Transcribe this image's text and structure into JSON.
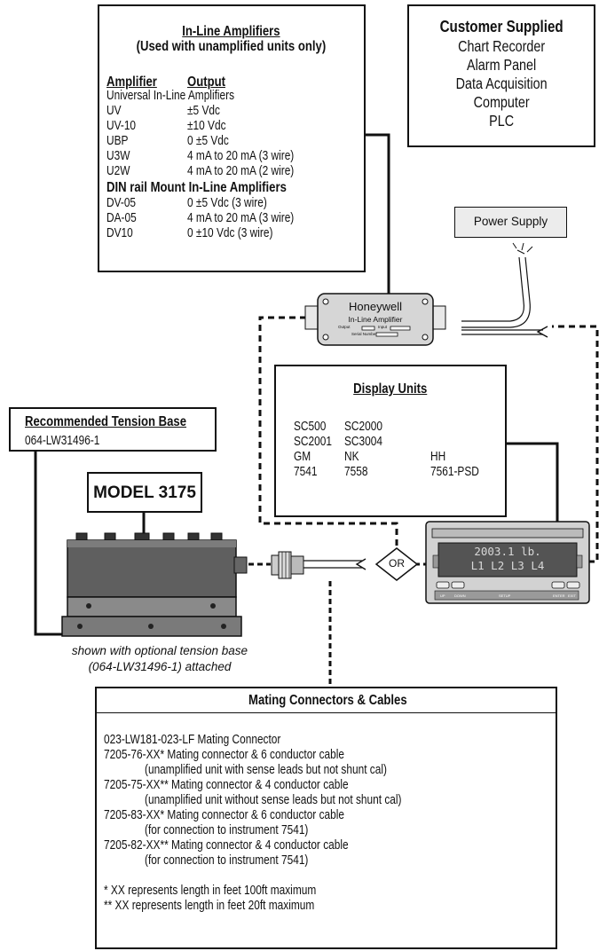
{
  "amplifiers": {
    "title": "In-Line Amplifiers",
    "subtitle": "(Used with unamplified units only)",
    "col_amplifier": "Amplifier",
    "col_output": "Output",
    "section_universal": "Universal In-Line Amplifiers",
    "universal_rows": [
      {
        "model": "UV",
        "output": "±5 Vdc"
      },
      {
        "model": "UV-10",
        "output": "±10 Vdc"
      },
      {
        "model": "UBP",
        "output": "0 ±5 Vdc"
      },
      {
        "model": "U3W",
        "output": "4 mA to 20 mA (3 wire)"
      },
      {
        "model": "U2W",
        "output": "4 mA to 20 mA (2 wire)"
      }
    ],
    "section_din": "DIN rail Mount In-Line Amplifiers",
    "din_rows": [
      {
        "model": "DV-05",
        "output": "0 ±5 Vdc (3 wire)"
      },
      {
        "model": "DA-05",
        "output": "4 mA to 20 mA (3 wire)"
      },
      {
        "model": "DV10",
        "output": "0 ±10 Vdc (3 wire)"
      }
    ]
  },
  "customer": {
    "title": "Customer Supplied",
    "items": [
      "Chart Recorder",
      "Alarm Panel",
      "Data Acquisition",
      "Computer",
      "PLC"
    ]
  },
  "power_supply": "Power Supply",
  "amp_device": {
    "brand": "Honeywell",
    "label": "In-Line Amplifier",
    "output": "Output",
    "input": "Input",
    "serial": "Serial Number"
  },
  "display_units": {
    "title": "Display Units",
    "rows": [
      [
        "SC500",
        "SC2000",
        ""
      ],
      [
        "SC2001",
        "SC3004",
        ""
      ],
      [
        "GM",
        "NK",
        "HH"
      ],
      [
        "7541",
        "7558",
        "7561-PSD"
      ]
    ]
  },
  "tension_base": {
    "title": "Recommended Tension Base",
    "part": "064-LW31496-1"
  },
  "model": "MODEL 3175",
  "caption": [
    "shown with optional tension base",
    "(064-LW31496-1) attached"
  ],
  "or_label": "OR",
  "display_screen": {
    "line1": "2003.1 lb.",
    "line2": "L1 L2 L3 L4",
    "buttons": [
      "UP",
      "DOWN",
      "SETUP",
      "ENTER",
      "EXIT"
    ]
  },
  "mating": {
    "title": "Mating Connectors & Cables",
    "lines": [
      "023-LW181-023-LF Mating Connector",
      "7205-76-XX*  Mating connector & 6 conductor cable",
      "(unamplified unit with sense leads but not shunt cal)",
      "7205-75-XX** Mating connector & 4 conductor cable",
      "(unamplified unit without sense leads but not shunt cal)",
      "7205-83-XX*  Mating connector & 6 conductor cable",
      "(for connection to instrument 7541)",
      "7205-82-XX** Mating connector & 4 conductor cable",
      "(for connection to instrument 7541)"
    ],
    "notes": [
      "*  XX represents length in feet   100ft maximum",
      "** XX represents length in feet   20ft maximum"
    ]
  }
}
